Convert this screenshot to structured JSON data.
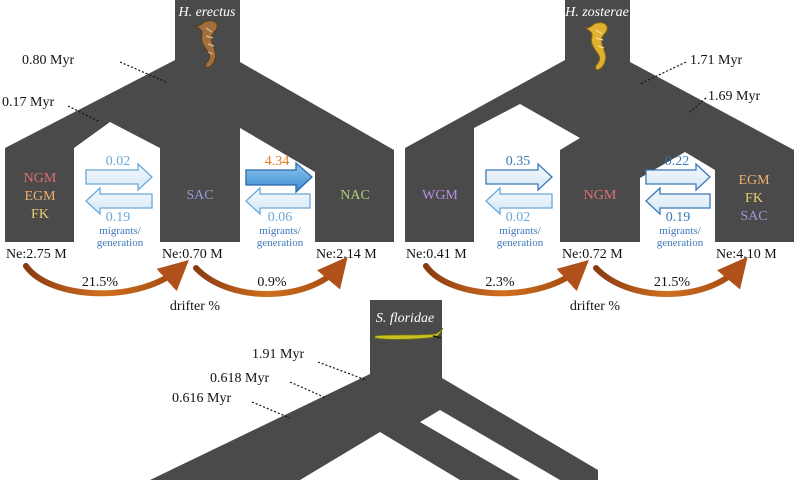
{
  "panels": {
    "erectus": {
      "species": "H. erectus",
      "divergence_root": "0.80 Myr",
      "divergence_inner": "0.17 Myr",
      "pop_left_lines": [
        "NGM",
        "EGM",
        "FK"
      ],
      "pop_mid": "SAC",
      "pop_right": "NAC",
      "flow1_forward": "0.02",
      "flow1_back": "0.19",
      "flow1_unit_a": "migrants/",
      "flow1_unit_b": "generation",
      "flow2_forward": "4.34",
      "flow2_back": "0.06",
      "flow2_unit_a": "migrants/",
      "flow2_unit_b": "generation",
      "ne_left": "Ne:2.75 M",
      "ne_mid": "Ne:0.70 M",
      "ne_right": "Ne:2.14 M",
      "drift_left": "21.5%",
      "drift_right": "0.9%",
      "drift_label": "drifter %"
    },
    "zosterae": {
      "species": "H. zosterae",
      "divergence_root": "1.71 Myr",
      "divergence_inner": "1.69 Myr",
      "pop_left": "WGM",
      "pop_mid": "NGM",
      "pop_right_lines": [
        "EGM",
        "FK",
        "SAC"
      ],
      "flow1_forward": "0.35",
      "flow1_back": "0.02",
      "flow1_unit_a": "migrants/",
      "flow1_unit_b": "generation",
      "flow2_forward": "0.22",
      "flow2_back": "0.19",
      "flow2_unit_a": "migrants/",
      "flow2_unit_b": "generation",
      "ne_left": "Ne:0.41 M",
      "ne_mid": "Ne:0.72 M",
      "ne_right": "Ne:4.10 M",
      "drift_left": "2.3%",
      "drift_right": "21.5%",
      "drift_label": "drifter %"
    },
    "floridae": {
      "species": "S. floridae",
      "divergence_root": "1.91 Myr",
      "divergence_a": "0.618 Myr",
      "divergence_b": "0.616 Myr"
    }
  },
  "colors": {
    "tree": "#4a4a4a",
    "ngm": "#e07070",
    "egm": "#f0b070",
    "fk": "#e8d070",
    "sac": "#9a9ad8",
    "nac": "#b0cf80",
    "wgm": "#b890e0",
    "flow_light": "#6aa8d8",
    "flow_dark": "#3a78b8",
    "flow_strong": "#e07a20",
    "drift_arrow": "#b8561a",
    "text": "#111111"
  },
  "icons": {
    "erectus": "seahorse-icon",
    "zosterae": "seahorse-icon",
    "floridae": "pipefish-icon"
  }
}
